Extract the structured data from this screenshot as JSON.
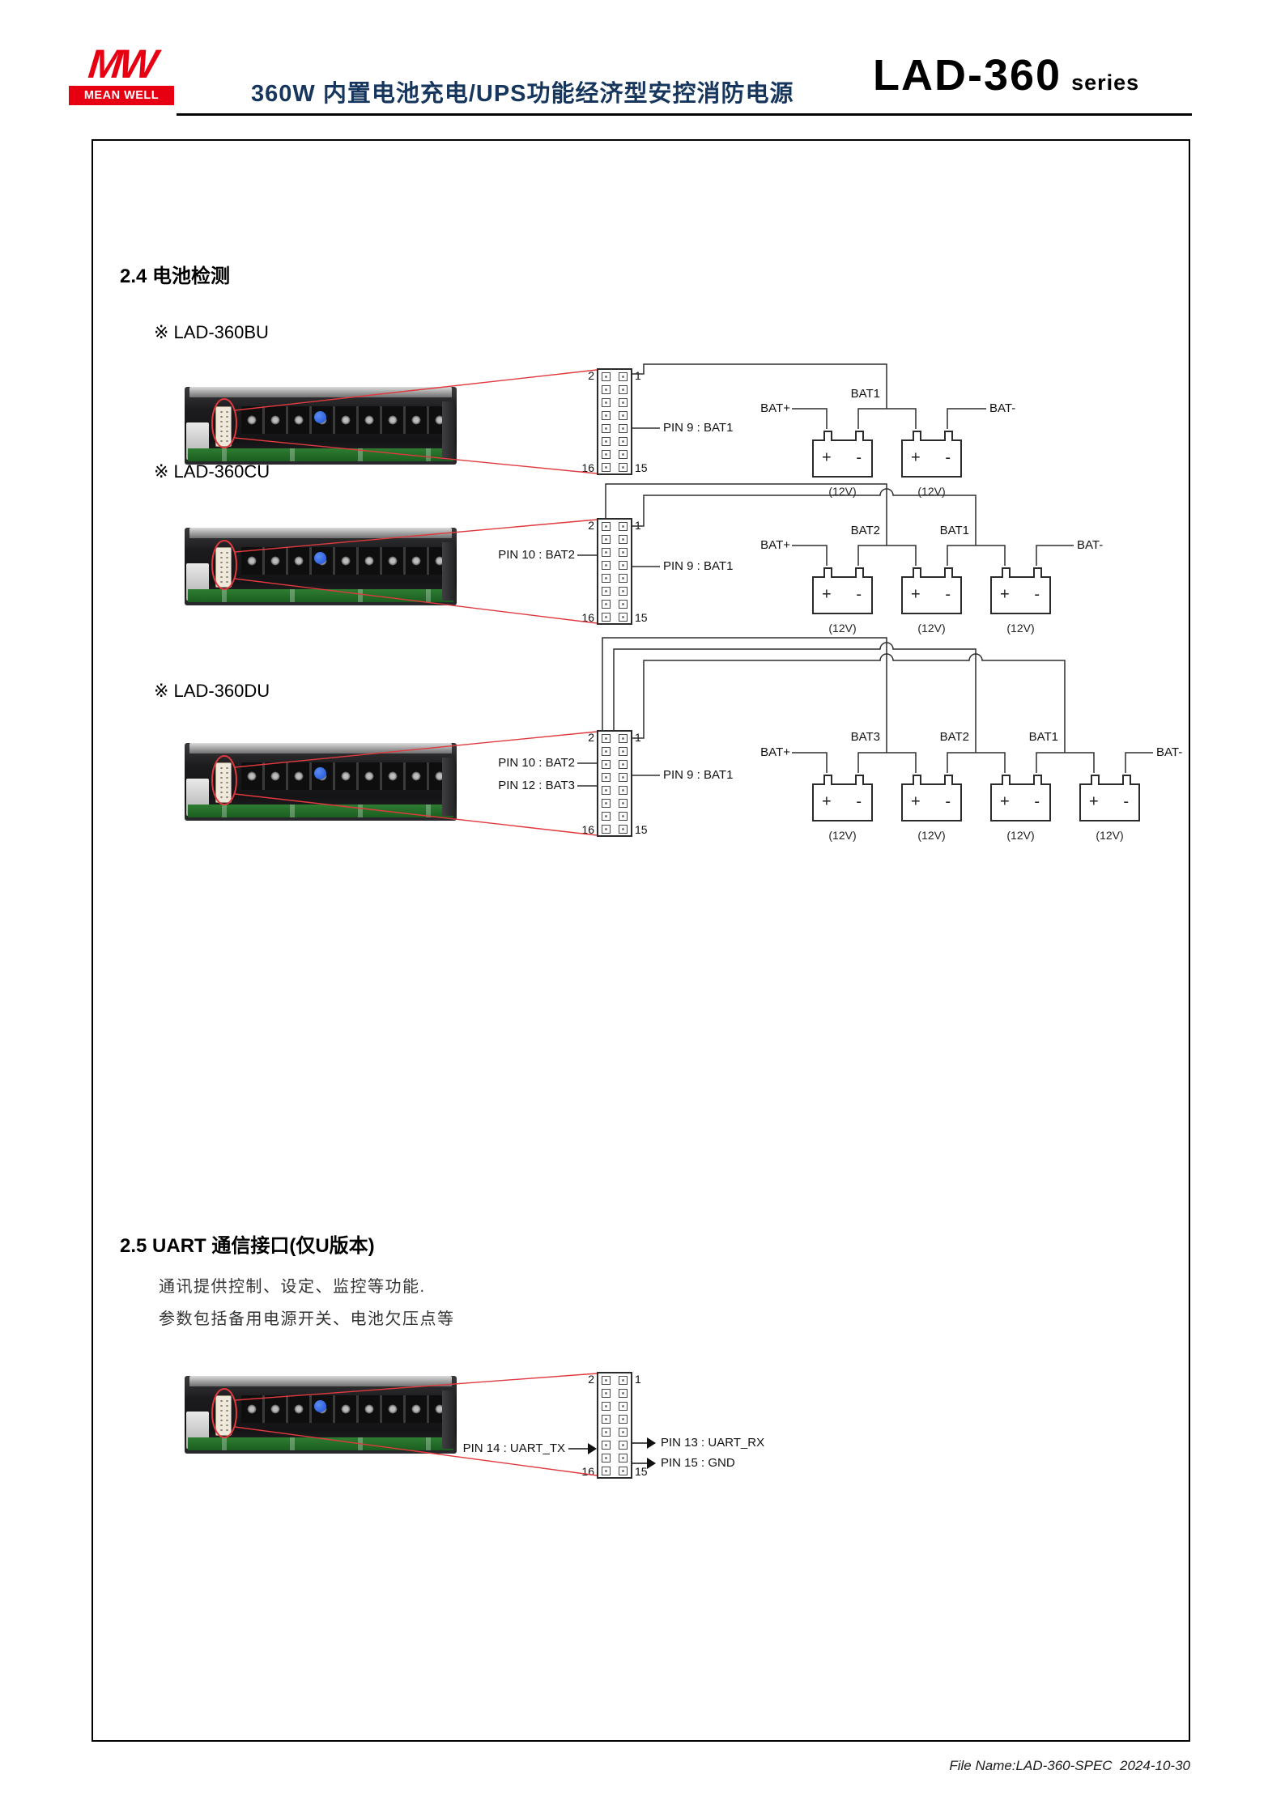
{
  "header": {
    "logo_mw": "MW",
    "logo_brand": "MEAN WELL",
    "subtitle": "360W 内置电池充电/UPS功能经济型安控消防电源",
    "series_name": "LAD-360",
    "series_suffix": "series"
  },
  "pin_header": {
    "top_left": "2",
    "top_right": "1",
    "bottom_left": "16",
    "bottom_right": "15"
  },
  "battery": {
    "plus": "+",
    "minus": "-",
    "voltage": "(12V)"
  },
  "section_24": {
    "title": "2.4 电池检测",
    "models": [
      {
        "name": "※ LAD-360BU",
        "pin_right": "PIN 9 : BAT1",
        "bat_plus": "BAT+",
        "bat_minus": "BAT-",
        "junction_labels": [
          "BAT1"
        ],
        "battery_count": 2
      },
      {
        "name": "※ LAD-360CU",
        "pin_left": [
          "PIN 10 : BAT2"
        ],
        "pin_right": "PIN 9 : BAT1",
        "bat_plus": "BAT+",
        "bat_minus": "BAT-",
        "junction_labels": [
          "BAT2",
          "BAT1"
        ],
        "battery_count": 3
      },
      {
        "name": "※ LAD-360DU",
        "pin_left": [
          "PIN 10 : BAT2",
          "PIN 12 : BAT3"
        ],
        "pin_right": "PIN 9 : BAT1",
        "bat_plus": "BAT+",
        "bat_minus": "BAT-",
        "junction_labels": [
          "BAT3",
          "BAT2",
          "BAT1"
        ],
        "battery_count": 4
      }
    ]
  },
  "section_25": {
    "title": "2.5 UART 通信接口(仅U版本)",
    "desc_lines": [
      "通讯提供控制、设定、监控等功能.",
      "参数包括备用电源开关、电池欠压点等"
    ],
    "pin_left": "PIN 14 : UART_TX",
    "pin_right": [
      "PIN 13 : UART_RX",
      "PIN 15 : GND"
    ]
  },
  "footer": {
    "file_info": "File Name:LAD-360-SPEC  2024-10-30"
  },
  "colors": {
    "brand_red": "#E60012",
    "title_navy": "#17365D",
    "highlight_red": "#E0393E",
    "wire_dark": "#2F2F2F"
  }
}
